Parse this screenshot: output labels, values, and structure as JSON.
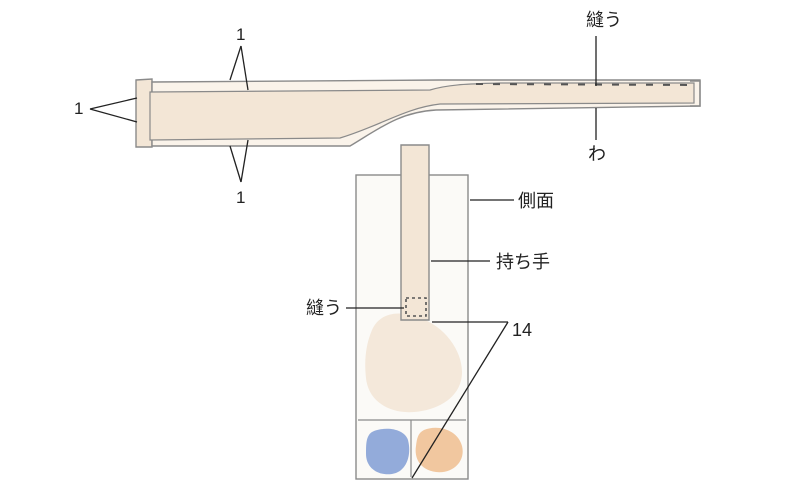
{
  "labels": {
    "seam_top": "縫う",
    "fold": "わ",
    "allowance_top_upper": "1",
    "allowance_top_lower": "1",
    "allowance_left": "1",
    "side_panel": "側面",
    "handle": "持ち手",
    "seam_bottom": "縫う",
    "measure_14": "14"
  },
  "colors": {
    "outline": "#8a8a8a",
    "strap_fill": "#f3e6d6",
    "paper_tint": "#f8f6f2",
    "swatch_blue": "#8da6d8",
    "swatch_orange": "#f0c49a",
    "leader": "#222222"
  },
  "icons": {
    "seam_stitch": "dashed-stitch-line"
  }
}
